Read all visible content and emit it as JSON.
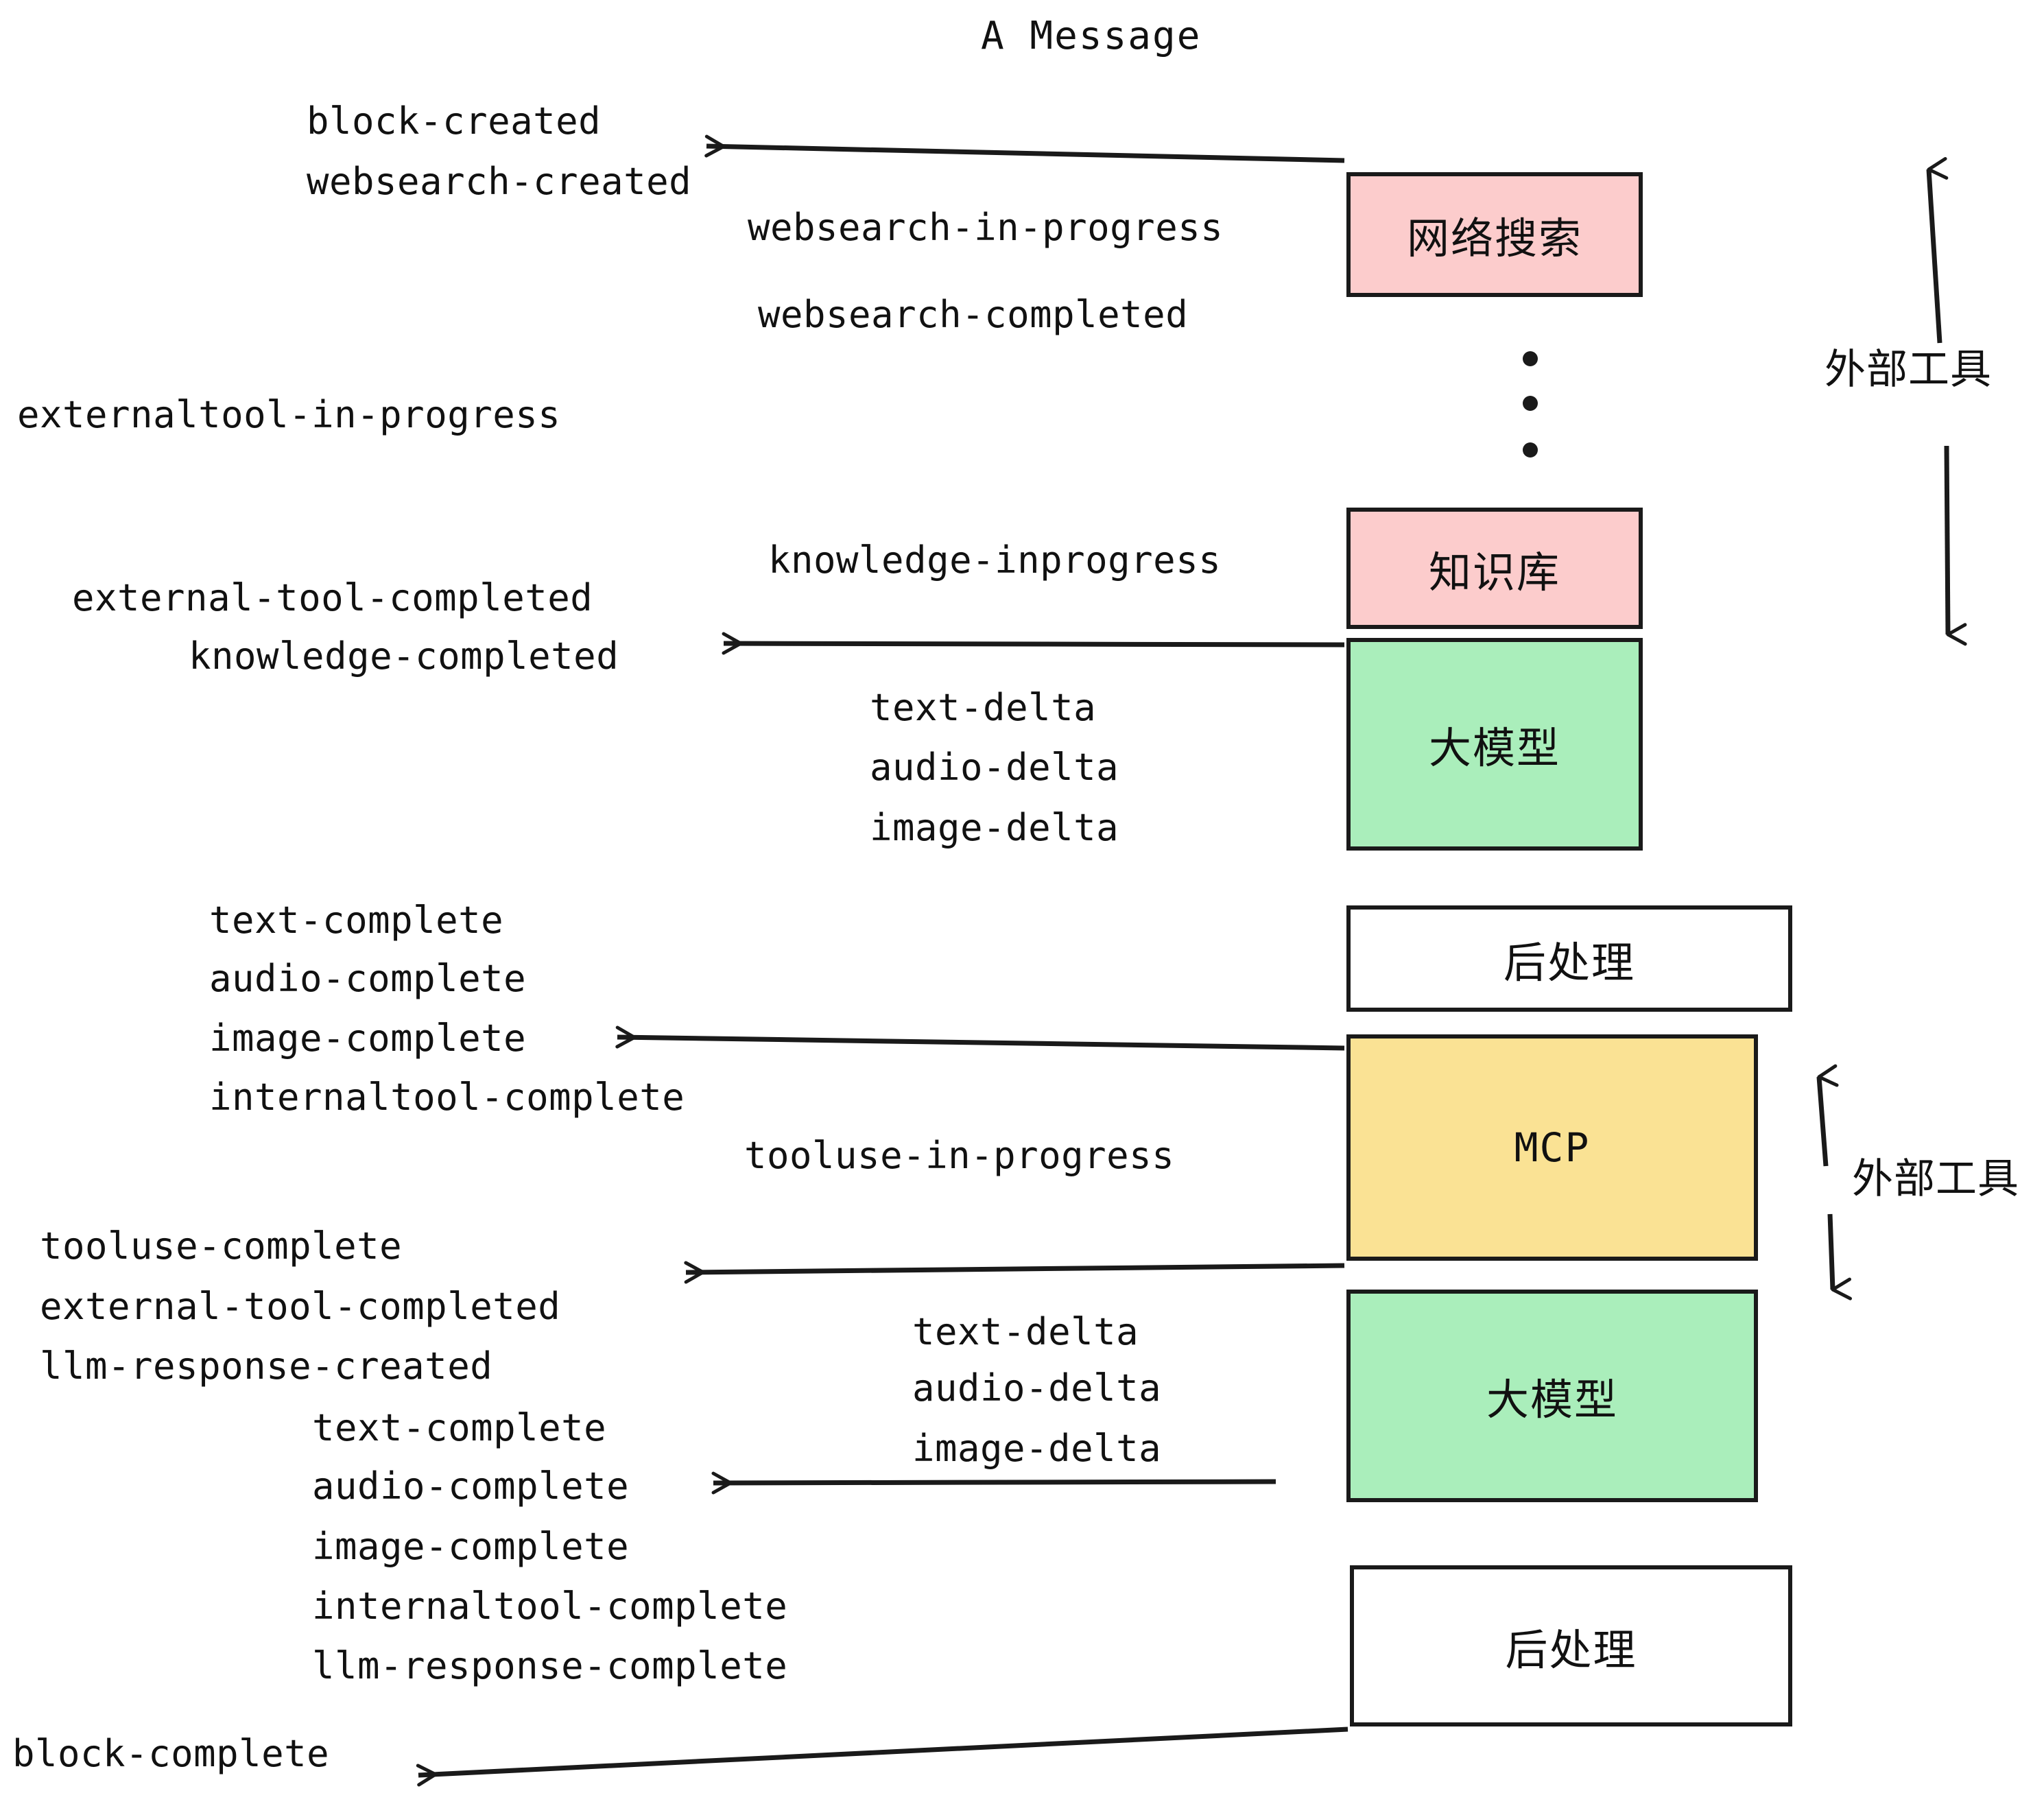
{
  "title": "A Message",
  "colors": {
    "pink": "#fccccc",
    "green": "#aaeebb",
    "yellow": "#fae294",
    "white": "#ffffff",
    "stroke": "#1a1a1a",
    "text": "#111111"
  },
  "boxes": [
    {
      "id": "websearch",
      "label": "网络搜索",
      "fill": "#fccccc",
      "script": "cjk"
    },
    {
      "id": "knowledge",
      "label": "知识库",
      "fill": "#fccccc",
      "script": "cjk"
    },
    {
      "id": "llm-1",
      "label": "大模型",
      "fill": "#aaeebb",
      "script": "cjk"
    },
    {
      "id": "postproc-1",
      "label": "后处理",
      "fill": "#ffffff",
      "script": "cjk"
    },
    {
      "id": "mcp",
      "label": "MCP",
      "fill": "#fae294",
      "script": "latin"
    },
    {
      "id": "llm-2",
      "label": "大模型",
      "fill": "#aaeebb",
      "script": "cjk"
    },
    {
      "id": "postproc-2",
      "label": "后处理",
      "fill": "#ffffff",
      "script": "cjk"
    }
  ],
  "side_labels": [
    {
      "id": "external-tools-top",
      "text": "外部工具"
    },
    {
      "id": "external-tools-bottom",
      "text": "外部工具"
    }
  ],
  "events": [
    {
      "id": "block-created",
      "text": "block-created"
    },
    {
      "id": "websearch-created",
      "text": "websearch-created"
    },
    {
      "id": "websearch-in-progress",
      "text": "websearch-in-progress"
    },
    {
      "id": "websearch-completed",
      "text": "websearch-completed"
    },
    {
      "id": "externaltool-in-progress",
      "text": "externaltool-in-progress"
    },
    {
      "id": "knowledge-inprogress",
      "text": "knowledge-inprogress"
    },
    {
      "id": "external-tool-completed-1",
      "text": "external-tool-completed"
    },
    {
      "id": "knowledge-completed",
      "text": "knowledge-completed"
    },
    {
      "id": "text-delta-1",
      "text": "text-delta"
    },
    {
      "id": "audio-delta-1",
      "text": "audio-delta"
    },
    {
      "id": "image-delta-1",
      "text": "image-delta"
    },
    {
      "id": "text-complete-1",
      "text": "text-complete"
    },
    {
      "id": "audio-complete-1",
      "text": "audio-complete"
    },
    {
      "id": "image-complete-1",
      "text": "image-complete"
    },
    {
      "id": "internaltool-complete-1",
      "text": "internaltool-complete"
    },
    {
      "id": "tooluse-in-progress",
      "text": "tooluse-in-progress"
    },
    {
      "id": "tooluse-complete",
      "text": "tooluse-complete"
    },
    {
      "id": "external-tool-completed-2",
      "text": "external-tool-completed"
    },
    {
      "id": "llm-response-created",
      "text": "llm-response-created"
    },
    {
      "id": "text-delta-2",
      "text": "text-delta"
    },
    {
      "id": "audio-delta-2",
      "text": "audio-delta"
    },
    {
      "id": "image-delta-2",
      "text": "image-delta"
    },
    {
      "id": "text-complete-2",
      "text": "text-complete"
    },
    {
      "id": "audio-complete-2",
      "text": "audio-complete"
    },
    {
      "id": "image-complete-2",
      "text": "image-complete"
    },
    {
      "id": "internaltool-complete-2",
      "text": "internaltool-complete"
    },
    {
      "id": "llm-response-complete",
      "text": "llm-response-complete"
    },
    {
      "id": "block-complete",
      "text": "block-complete"
    }
  ]
}
